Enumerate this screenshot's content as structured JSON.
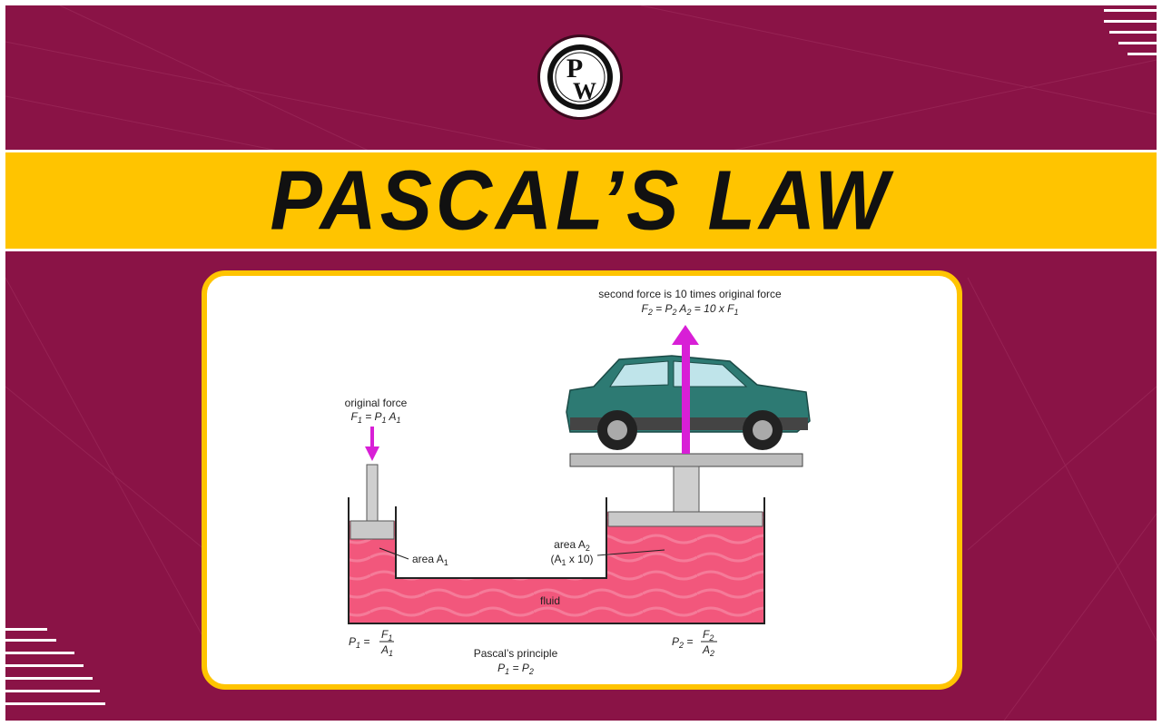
{
  "brand": {
    "logo_letters": [
      "P",
      "W"
    ]
  },
  "banner": {
    "title": "PASCAL’S LAW"
  },
  "diagram": {
    "top_caption": "second force is 10 times original force",
    "f2_equation": {
      "lhs": "F",
      "lhs_sub": "2",
      "mid": " = P",
      "mid_sub": "2",
      "mid2": " A",
      "mid2_sub": "2",
      "rhs": " = 10 x F",
      "rhs_sub": "1"
    },
    "left_caption": "original force",
    "f1_equation": {
      "lhs": "F",
      "lhs_sub": "1",
      "mid": " = P",
      "mid_sub": "1",
      "mid2": " A",
      "mid2_sub": "1"
    },
    "area_a1": {
      "text": "area A",
      "sub": "1"
    },
    "area_a2": {
      "text": "area A",
      "sub": "2",
      "line2_a": "(A",
      "line2_sub": "1",
      "line2_b": " x 10)"
    },
    "fluid_label": "fluid",
    "p1_formula": {
      "lhs": "P",
      "lhs_sub": "1",
      "eq": " = ",
      "num": "F",
      "num_sub": "1",
      "den": "A",
      "den_sub": "1"
    },
    "p2_formula": {
      "lhs": "P",
      "lhs_sub": "2",
      "eq": " = ",
      "num": "F",
      "num_sub": "2",
      "den": "A",
      "den_sub": "2"
    },
    "principle_title": "Pascal’s principle",
    "principle_eq": {
      "a": "P",
      "a_sub": "1",
      "eq": " = ",
      "b": "P",
      "b_sub": "2"
    }
  },
  "colors": {
    "background": "#8a1346",
    "banner": "#ffc400",
    "fluid": "#f2577c",
    "arrow": "#d81fd6",
    "car_body": "#2d7a73"
  }
}
